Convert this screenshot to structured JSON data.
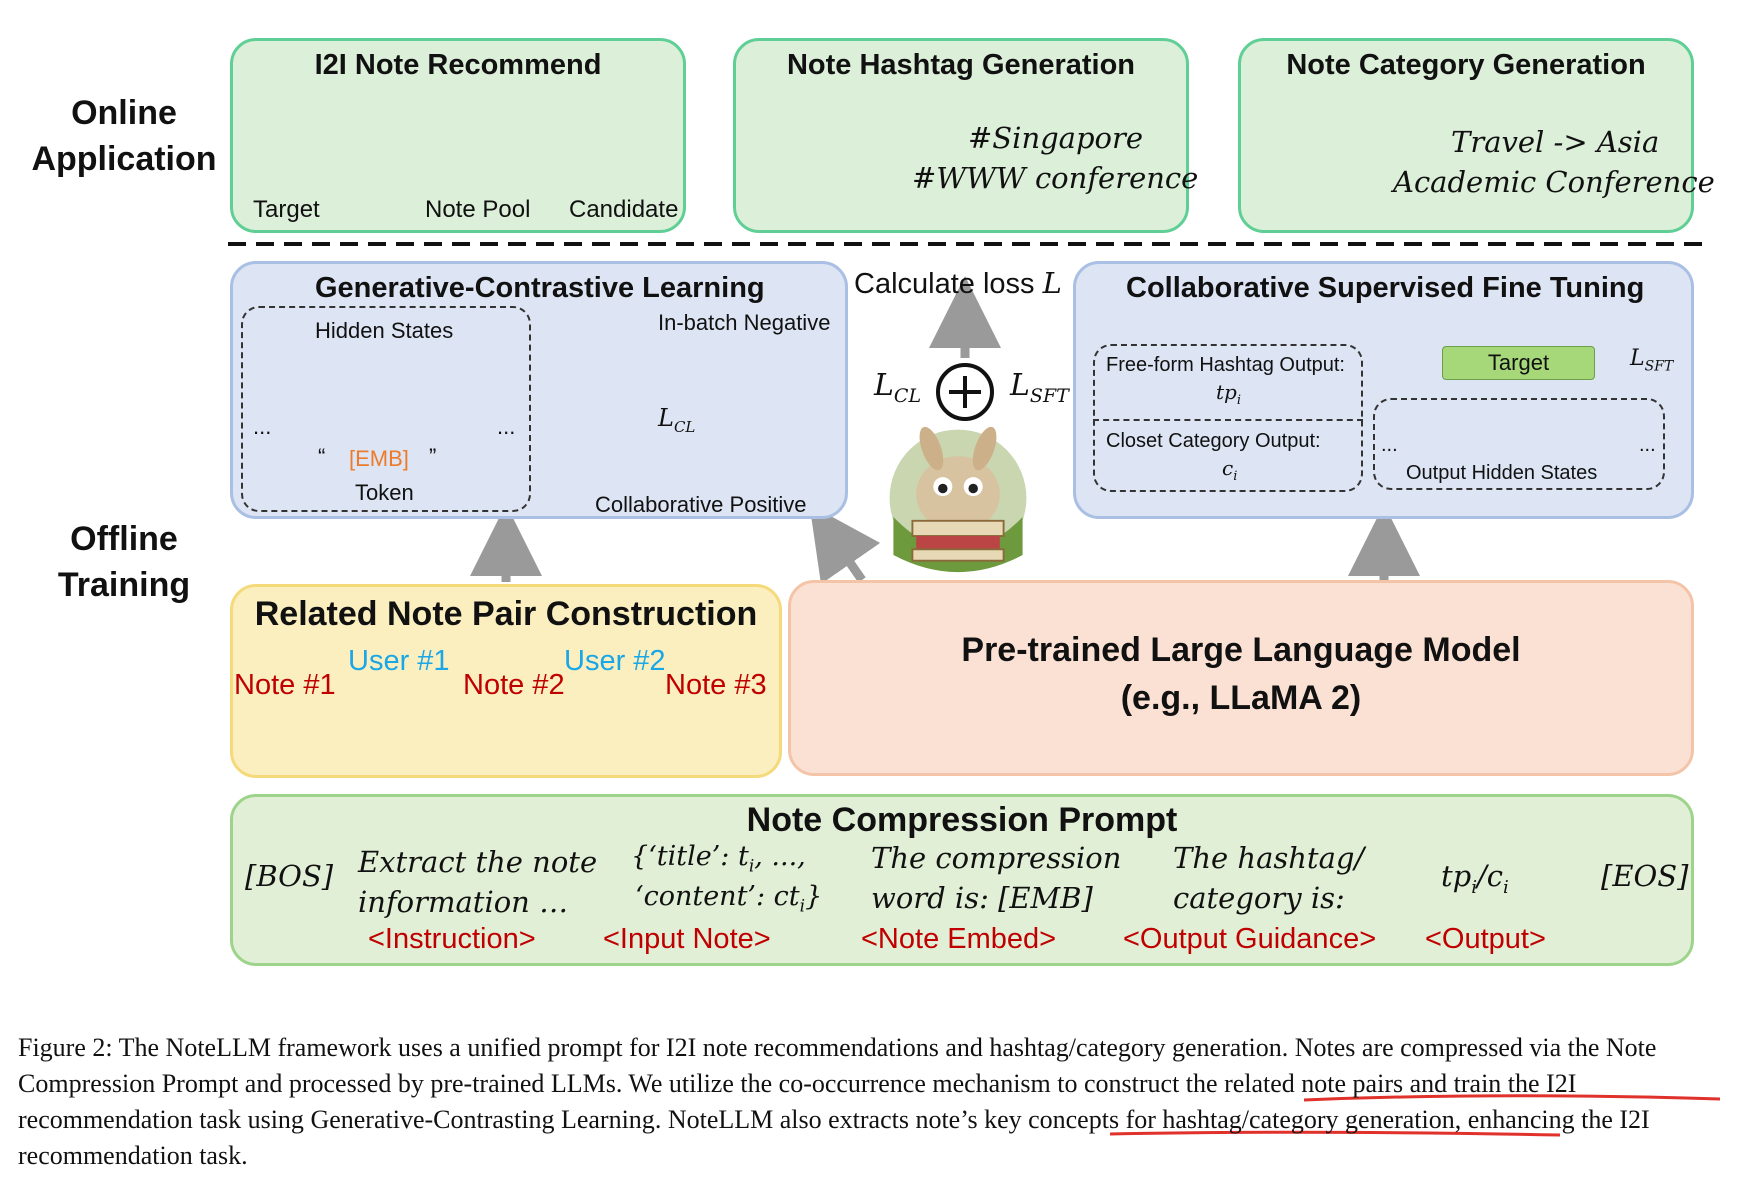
{
  "sections": {
    "online": [
      "Online",
      "Application"
    ],
    "offline": [
      "Offline",
      "Training"
    ]
  },
  "i2i": {
    "title": "I2I Note Recommend",
    "target": "Target",
    "pool": "Note Pool",
    "candidate": "Candidate"
  },
  "hashtag": {
    "title": "Note Hashtag Generation",
    "out1": "#Singapore",
    "out2": "#WWW conference"
  },
  "category": {
    "title": "Note Category Generation",
    "out1": "Travel -> Asia",
    "out2": "Academic Conference"
  },
  "gcl": {
    "title": "Generative-Contrastive Learning",
    "hidden": "Hidden States",
    "emb": "[EMB]",
    "quote_open": "“",
    "quote_close": "”",
    "token": "Token",
    "ellipsis": "...",
    "negative": "In-batch Negative",
    "positive": "Collaborative Positive",
    "lcl": "L",
    "lcl_sub": "CL"
  },
  "loss": {
    "calc": "Calculate loss",
    "L": "L",
    "lcl": "L",
    "lcl_sub": "CL",
    "lsft": "L",
    "lsft_sub": "SFT",
    "plus": "+"
  },
  "csft": {
    "title": "Collaborative Supervised Fine Tuning",
    "freeform": "Free-form Hashtag Output:",
    "tp": "tp",
    "tp_sub": "i",
    "closet": "Closet Category Output:",
    "c": "c",
    "c_sub": "i",
    "target": "Target",
    "lsft": "L",
    "lsft_sub": "SFT",
    "output_hidden": "Output Hidden States",
    "ellipsis": "..."
  },
  "pair": {
    "title": "Related Note Pair Construction",
    "note1": "Note #1",
    "note2": "Note #2",
    "note3": "Note #3",
    "user1": "User #1",
    "user2": "User #2"
  },
  "llm": {
    "line1": "Pre-trained Large Language Model",
    "line2": "(e.g., LLaMA 2)"
  },
  "prompt": {
    "title": "Note Compression Prompt",
    "bos": "[BOS]",
    "eos": "[EOS]",
    "instr1": "Extract the note",
    "instr2": "information …",
    "instr_tag": "<Instruction>",
    "input1": "{‘title’: t",
    "input1_sub": "i",
    "input1_tail": ", ...,",
    "input2": "‘content’: ct",
    "input2_sub": "i",
    "input2_tail": "}",
    "input_tag": "<Input Note>",
    "embed1": "The compression",
    "embed2": "word is: [EMB]",
    "embed_tag": "<Note Embed>",
    "guide1": "The hashtag/",
    "guide2": "category is:",
    "guide_tag": "<Output Guidance>",
    "out_tp": "tp",
    "out_tp_sub": "i",
    "out_slash": "/c",
    "out_c_sub": "i",
    "out_tag": "<Output>"
  },
  "caption": {
    "p1": "Figure 2: The NoteLLM framework uses a unified prompt for I2I note recommendations and hashtag/category generation. Notes are compressed via the Note Compression Prompt and processed by pre-trained LLMs. We utilize ",
    "u1": "the co-occurrence mechanism",
    "p2": " to construct the related note pairs and train the I2I recommendation task using ",
    "u2": "Generative-Contrasting Learning",
    "p3": ". NoteLLM also extracts note’s key concepts for hashtag/category generation, enhancing the I2I recommendation task."
  },
  "colors": {
    "green_border": "#5fcf95",
    "blue_border": "#a9bfe3",
    "orange_bar": "#f5b800",
    "blue_bar": "#3e6bc6",
    "red_text": "#c00000",
    "cyan_text": "#1aa7e8",
    "target_fill": "#a6d87a"
  },
  "icons": [
    "note-icon",
    "llama-avatar",
    "user-icon",
    "plus-circle-icon",
    "arrow-icon"
  ]
}
